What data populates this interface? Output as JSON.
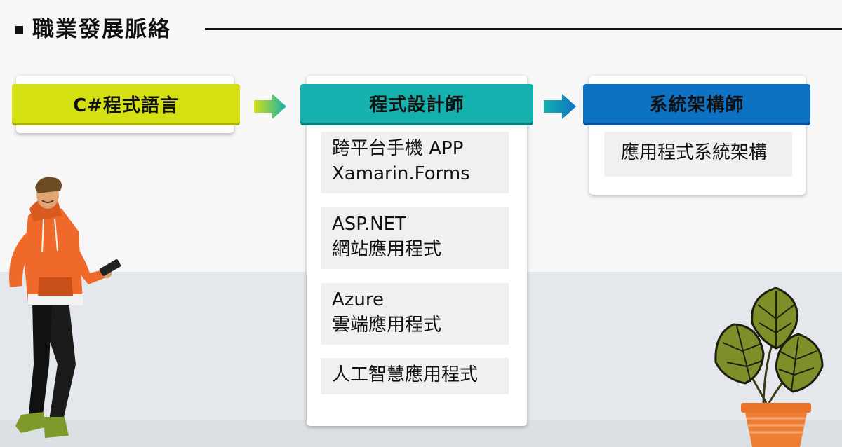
{
  "header": {
    "title": "職業發展脈絡"
  },
  "colors": {
    "stage1": "#d4e012",
    "stage2": "#14b1ae",
    "stage3": "#0e72c4"
  },
  "stages": [
    {
      "label": "C#程式語言",
      "items": []
    },
    {
      "label": "程式設計師",
      "items": [
        {
          "line1": "跨平台手機  APP",
          "line2": "Xamarin.Forms"
        },
        {
          "line1": "ASP.NET",
          "line2": "網站應用程式"
        },
        {
          "line1": "Azure",
          "line2": "雲端應用程式"
        },
        {
          "line1": "人工智慧應用程式"
        }
      ]
    },
    {
      "label": "系統架構師",
      "items": [
        {
          "line1": "應用程式系統架構"
        }
      ]
    }
  ],
  "illustrations": [
    "person-with-phone",
    "potted-plant"
  ],
  "icons": [
    "arrow-right-icon",
    "arrow-right-icon"
  ]
}
